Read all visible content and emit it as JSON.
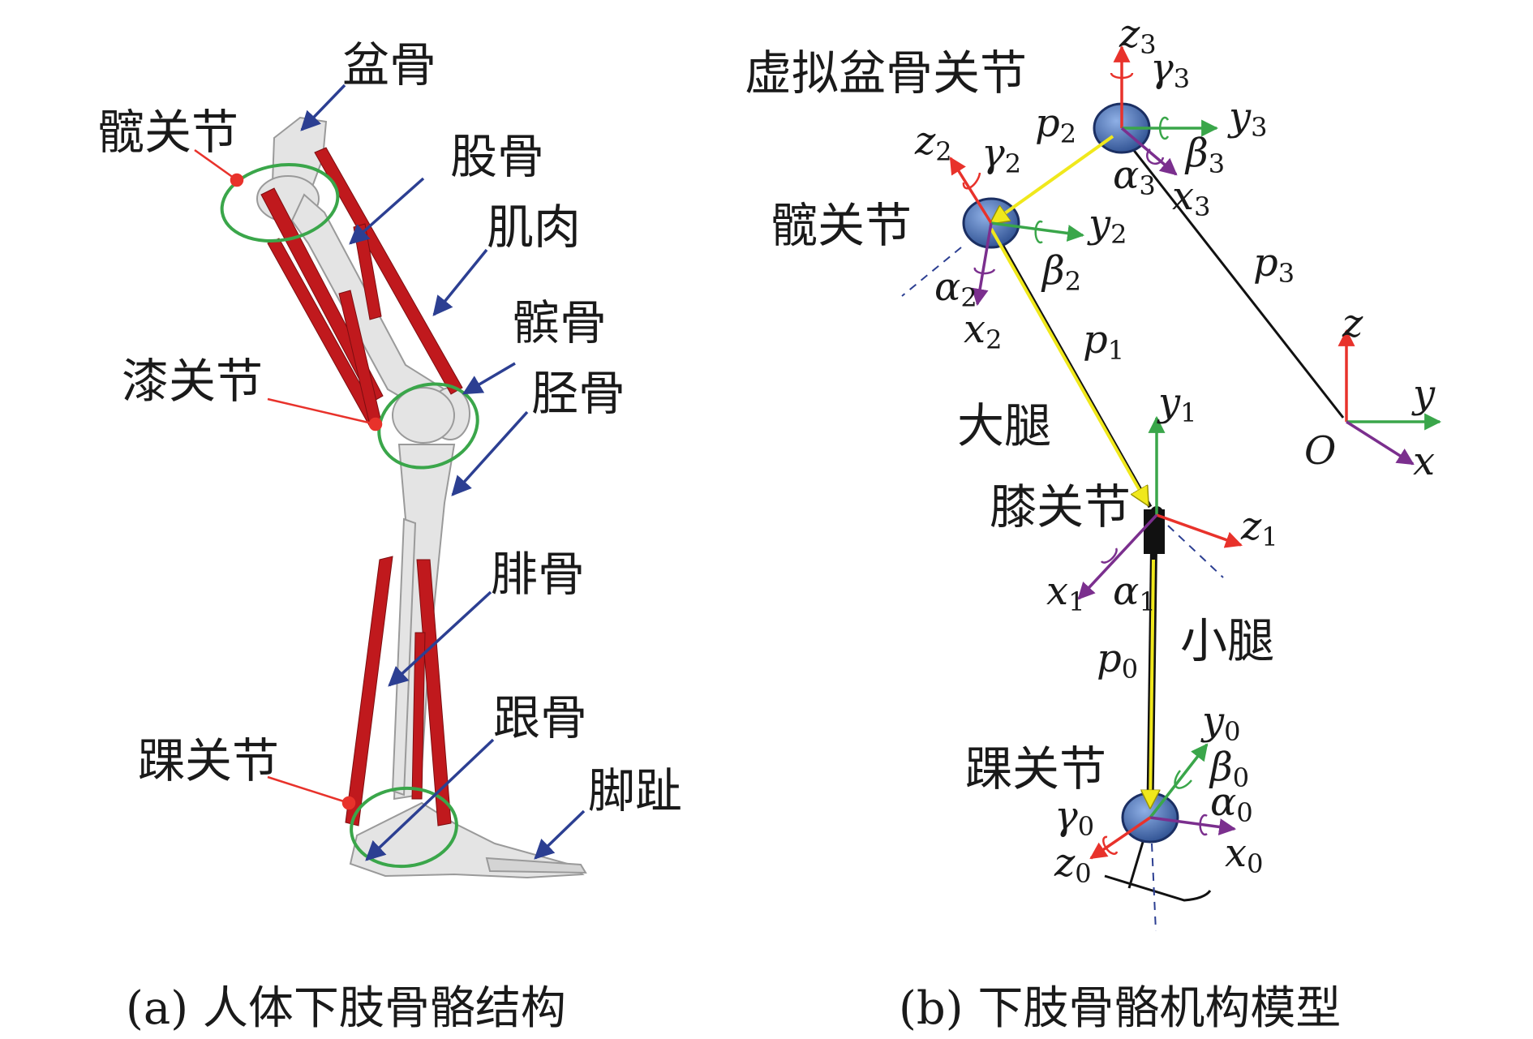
{
  "panel_a": {
    "caption": "(a) 人体下肢骨骼结构",
    "labels": {
      "pelvis": "盆骨",
      "hip": "髋关节",
      "femur": "股骨",
      "muscle": "肌肉",
      "patella": "髌骨",
      "knee": "漆关节",
      "tibia": "胫骨",
      "fibula": "腓骨",
      "ankle": "踝关节",
      "calcaneus": "跟骨",
      "toe": "脚趾"
    }
  },
  "panel_b": {
    "caption": "(b) 下肢骨骼机构模型",
    "labels": {
      "virtual_pelvis": "虚拟盆骨关节",
      "hip": "髋关节",
      "thigh": "大腿",
      "knee": "膝关节",
      "shank": "小腿",
      "ankle": "踝关节"
    },
    "symbols": {
      "z": "z",
      "y": "y",
      "x": "x",
      "p": "p",
      "O": "O",
      "alpha": "α",
      "beta": "β",
      "gamma": "γ",
      "s0": "0",
      "s1": "1",
      "s2": "2",
      "s3": "3"
    }
  },
  "colors": {
    "z_axis": "#e8322b",
    "y_axis": "#3aa64a",
    "x_axis": "#7b2f8e",
    "link_vector": "#f0e81c",
    "pointer": "#2c3f92",
    "muscle": "#c0191d",
    "bone": "#e4e4e4",
    "joint_ball": "#4e74b8",
    "ring": "#3aa64a"
  }
}
